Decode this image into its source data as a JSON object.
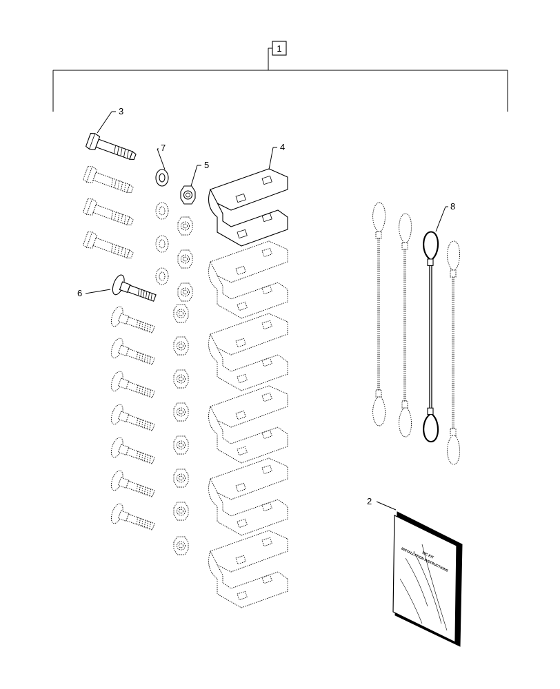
{
  "diagram": {
    "callouts": {
      "kit": "1",
      "manual": "2",
      "hex_bolt": "3",
      "bracket": "4",
      "nut": "5",
      "carriage_bolt": "6",
      "washer": "7",
      "cable": "8"
    },
    "manual_cover": {
      "line1": "EIC KIT",
      "line2": "INSTALLATION INSTRUCTIONS"
    }
  }
}
